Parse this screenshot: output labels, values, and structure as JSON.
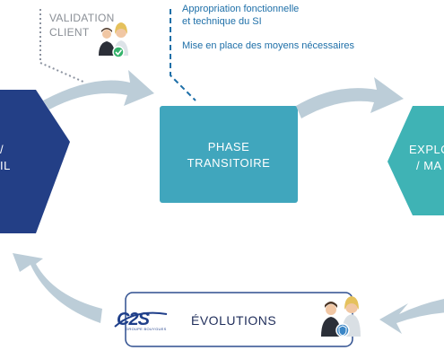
{
  "annotations": {
    "validation_client": [
      "VALIDATION",
      "CLIENT"
    ],
    "phase_notes": [
      "Appropriation fonctionnelle",
      "et technique du SI",
      "Mise en place des moyens nécessaires"
    ]
  },
  "nodes": {
    "left": [
      "/",
      "IL"
    ],
    "center": [
      "PHASE",
      "TRANSITOIRE"
    ],
    "right": [
      "EXPLO",
      "/ MA"
    ]
  },
  "evolutions": {
    "label": "ÉVOLUTIONS",
    "logo_text": "C2S",
    "logo_subtitle": "GROUPE BOUYGUES"
  },
  "icons": [
    "people-icon",
    "check-badge-icon",
    "shield-badge-icon",
    "cycle-arrow-icon"
  ],
  "colors": {
    "node_left": "#233f86",
    "node_center": "#40a6bd",
    "node_right": "#3fb3b5",
    "arrow": "#bccdd8",
    "accent_blue": "#1e6fa8",
    "evolution_border": "#2f4f8f"
  }
}
